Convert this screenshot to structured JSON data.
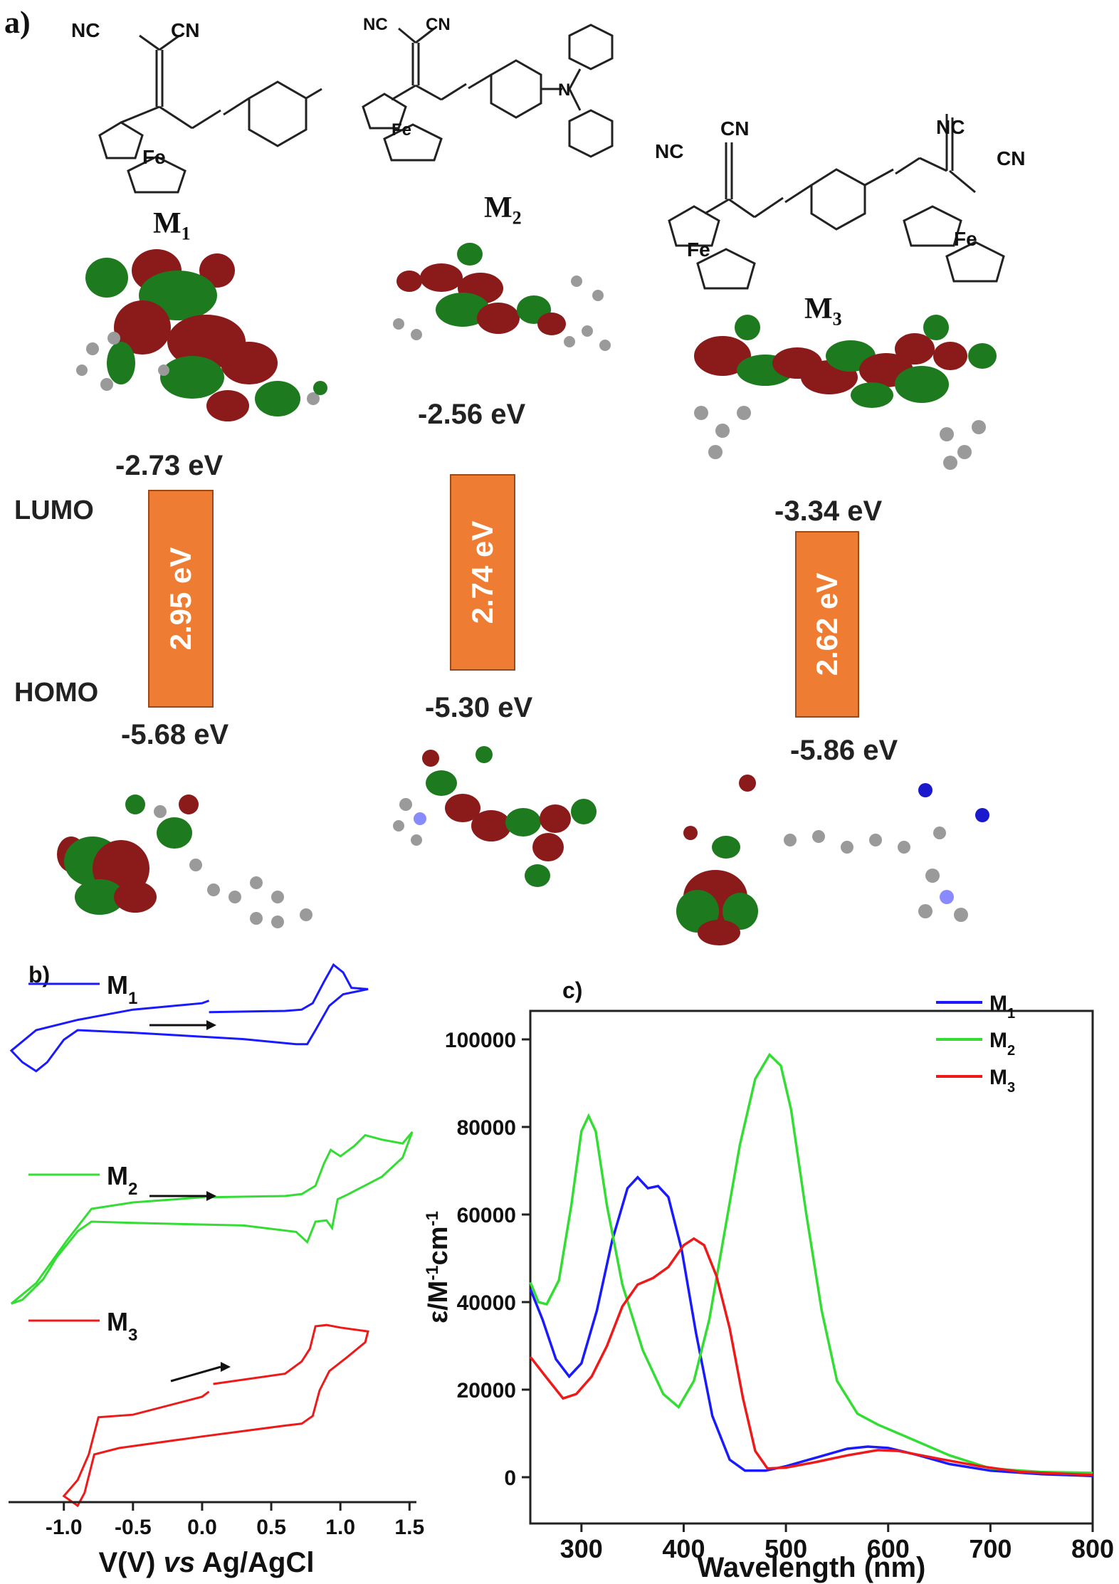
{
  "panel_a": {
    "label": "a)",
    "molecules": [
      {
        "name": "M",
        "sub": "1",
        "lumo": "-2.73 eV",
        "homo": "-5.68 eV",
        "gap": "2.95 eV"
      },
      {
        "name": "M",
        "sub": "2",
        "lumo": "-2.56 eV",
        "homo": "-5.30 eV",
        "gap": "2.74 eV"
      },
      {
        "name": "M",
        "sub": "3",
        "lumo": "-3.34 eV",
        "homo": "-5.86 eV",
        "gap": "2.62 eV"
      }
    ],
    "lumo_label": "LUMO",
    "homo_label": "HOMO",
    "atoms": {
      "nc": "NC",
      "cn": "CN",
      "fe": "Fe",
      "n": "N"
    },
    "colors": {
      "gap_box": "#ee7d33",
      "orbital_pos": "#8b1a1a",
      "orbital_neg": "#1e7a1e",
      "atom": "#9a9a9a"
    }
  },
  "chart_data": [
    {
      "type": "line",
      "panel": "b)",
      "xlabel_parts": [
        "V(V) ",
        "vs",
        " Ag/AgCl"
      ],
      "ylabel": "",
      "xlim": [
        -1.4,
        1.55
      ],
      "x_ticks": [
        "-1.0",
        "-0.5",
        "0.0",
        "0.5",
        "1.0",
        "1.5"
      ],
      "tick_values": [
        -1.0,
        -0.5,
        0.0,
        0.5,
        1.0,
        1.5
      ],
      "grid": false,
      "legend_placement": "inline-left",
      "series": [
        {
          "name": "M",
          "sub": "1",
          "color": "#1a1aff",
          "points": [
            [
              0.05,
              -0.02
            ],
            [
              0.6,
              0.0
            ],
            [
              0.72,
              0.02
            ],
            [
              0.8,
              0.12
            ],
            [
              0.88,
              0.45
            ],
            [
              0.95,
              0.72
            ],
            [
              1.02,
              0.6
            ],
            [
              1.08,
              0.36
            ],
            [
              1.2,
              0.34
            ],
            [
              1.02,
              0.26
            ],
            [
              0.92,
              0.08
            ],
            [
              0.82,
              -0.3
            ],
            [
              0.76,
              -0.52
            ],
            [
              0.68,
              -0.52
            ],
            [
              0.3,
              -0.44
            ],
            [
              -0.5,
              -0.34
            ],
            [
              -0.9,
              -0.3
            ],
            [
              -1.0,
              -0.45
            ],
            [
              -1.12,
              -0.8
            ],
            [
              -1.2,
              -0.94
            ],
            [
              -1.3,
              -0.8
            ],
            [
              -1.38,
              -0.62
            ],
            [
              -1.2,
              -0.3
            ],
            [
              -0.9,
              -0.14
            ],
            [
              -0.5,
              0.02
            ],
            [
              0.0,
              0.12
            ],
            [
              0.05,
              0.16
            ]
          ]
        },
        {
          "name": "M",
          "sub": "2",
          "color": "#33dd33",
          "points": [
            [
              0.05,
              -0.02
            ],
            [
              0.6,
              0.0
            ],
            [
              0.72,
              0.03
            ],
            [
              0.82,
              0.16
            ],
            [
              0.88,
              0.5
            ],
            [
              0.93,
              0.72
            ],
            [
              1.0,
              0.62
            ],
            [
              1.1,
              0.78
            ],
            [
              1.18,
              0.95
            ],
            [
              1.3,
              0.88
            ],
            [
              1.45,
              0.82
            ],
            [
              1.52,
              1.0
            ],
            [
              1.45,
              0.6
            ],
            [
              1.3,
              0.3
            ],
            [
              1.05,
              0.02
            ],
            [
              0.98,
              -0.05
            ],
            [
              0.94,
              -0.5
            ],
            [
              0.9,
              -0.38
            ],
            [
              0.82,
              -0.4
            ],
            [
              0.76,
              -0.72
            ],
            [
              0.68,
              -0.56
            ],
            [
              0.3,
              -0.46
            ],
            [
              -0.5,
              -0.42
            ],
            [
              -0.8,
              -0.4
            ],
            [
              -0.9,
              -0.55
            ],
            [
              -1.05,
              -0.95
            ],
            [
              -1.15,
              -1.3
            ],
            [
              -1.3,
              -1.62
            ],
            [
              -1.38,
              -1.68
            ],
            [
              -1.2,
              -1.36
            ],
            [
              -0.98,
              -0.7
            ],
            [
              -0.8,
              -0.2
            ],
            [
              -0.5,
              -0.1
            ],
            [
              0.0,
              -0.02
            ],
            [
              0.05,
              0.0
            ]
          ]
        },
        {
          "name": "M",
          "sub": "3",
          "color": "#ee1a1a",
          "points": [
            [
              0.08,
              -0.1
            ],
            [
              0.6,
              0.06
            ],
            [
              0.72,
              0.25
            ],
            [
              0.78,
              0.45
            ],
            [
              0.82,
              0.8
            ],
            [
              0.9,
              0.82
            ],
            [
              1.0,
              0.78
            ],
            [
              1.2,
              0.72
            ],
            [
              1.18,
              0.55
            ],
            [
              1.05,
              0.32
            ],
            [
              0.92,
              0.1
            ],
            [
              0.85,
              -0.2
            ],
            [
              0.8,
              -0.6
            ],
            [
              0.72,
              -0.72
            ],
            [
              0.6,
              -0.75
            ],
            [
              0.0,
              -0.92
            ],
            [
              -0.6,
              -1.1
            ],
            [
              -0.78,
              -1.2
            ],
            [
              -0.85,
              -1.8
            ],
            [
              -0.9,
              -2.0
            ],
            [
              -1.0,
              -1.85
            ],
            [
              -0.9,
              -1.6
            ],
            [
              -0.82,
              -1.2
            ],
            [
              -0.75,
              -0.62
            ],
            [
              -0.5,
              -0.58
            ],
            [
              0.0,
              -0.3
            ],
            [
              0.05,
              -0.22
            ]
          ]
        }
      ]
    },
    {
      "type": "line",
      "panel": "c)",
      "title": "",
      "xlabel": "Wavelength (nm)",
      "ylabel_parts": {
        "main": "ε/M",
        "sup1": "-1",
        "mid": "cm",
        "sup2": "-1"
      },
      "xlim": [
        250,
        800
      ],
      "ylim": [
        0,
        100000
      ],
      "x_ticks": [
        "300",
        "400",
        "500",
        "600",
        "700",
        "800"
      ],
      "x_tick_values": [
        300,
        400,
        500,
        600,
        700,
        800
      ],
      "y_ticks": [
        "0",
        "20000",
        "40000",
        "60000",
        "80000",
        "100000"
      ],
      "y_tick_values": [
        0,
        20000,
        40000,
        60000,
        80000,
        100000
      ],
      "grid": false,
      "legend_placement": "top-right",
      "series": [
        {
          "name": "M",
          "sub": "1",
          "color": "#1a1aff",
          "points": [
            [
              250,
              43000
            ],
            [
              262,
              36000
            ],
            [
              275,
              27000
            ],
            [
              288,
              23000
            ],
            [
              300,
              26000
            ],
            [
              315,
              38000
            ],
            [
              330,
              54000
            ],
            [
              345,
              66000
            ],
            [
              355,
              68500
            ],
            [
              365,
              66000
            ],
            [
              375,
              66500
            ],
            [
              385,
              64000
            ],
            [
              398,
              52000
            ],
            [
              412,
              33000
            ],
            [
              428,
              14000
            ],
            [
              445,
              4000
            ],
            [
              460,
              1500
            ],
            [
              480,
              1500
            ],
            [
              500,
              2500
            ],
            [
              530,
              4500
            ],
            [
              560,
              6500
            ],
            [
              580,
              7000
            ],
            [
              600,
              6700
            ],
            [
              630,
              5000
            ],
            [
              660,
              3000
            ],
            [
              700,
              1500
            ],
            [
              750,
              700
            ],
            [
              800,
              300
            ]
          ]
        },
        {
          "name": "M",
          "sub": "2",
          "color": "#33dd33",
          "points": [
            [
              250,
              44500
            ],
            [
              258,
              40000
            ],
            [
              266,
              39500
            ],
            [
              278,
              45000
            ],
            [
              290,
              62000
            ],
            [
              300,
              79000
            ],
            [
              307,
              82500
            ],
            [
              314,
              79000
            ],
            [
              325,
              62000
            ],
            [
              340,
              44000
            ],
            [
              360,
              29000
            ],
            [
              380,
              19000
            ],
            [
              395,
              16000
            ],
            [
              410,
              22000
            ],
            [
              425,
              36000
            ],
            [
              440,
              56000
            ],
            [
              455,
              76000
            ],
            [
              470,
              91000
            ],
            [
              484,
              96500
            ],
            [
              495,
              94000
            ],
            [
              505,
              84000
            ],
            [
              520,
              60000
            ],
            [
              535,
              38000
            ],
            [
              550,
              22000
            ],
            [
              570,
              14500
            ],
            [
              590,
              12000
            ],
            [
              620,
              9000
            ],
            [
              660,
              5000
            ],
            [
              700,
              2000
            ],
            [
              750,
              1200
            ],
            [
              800,
              1000
            ]
          ]
        },
        {
          "name": "M",
          "sub": "3",
          "color": "#ee1a1a",
          "points": [
            [
              250,
              27500
            ],
            [
              265,
              23000
            ],
            [
              282,
              18000
            ],
            [
              295,
              19000
            ],
            [
              310,
              23000
            ],
            [
              325,
              30000
            ],
            [
              340,
              39000
            ],
            [
              355,
              44000
            ],
            [
              370,
              45500
            ],
            [
              385,
              48000
            ],
            [
              400,
              53000
            ],
            [
              410,
              54500
            ],
            [
              420,
              53000
            ],
            [
              432,
              46000
            ],
            [
              445,
              34000
            ],
            [
              458,
              18000
            ],
            [
              470,
              6000
            ],
            [
              482,
              2000
            ],
            [
              500,
              2200
            ],
            [
              530,
              3500
            ],
            [
              560,
              5000
            ],
            [
              590,
              6200
            ],
            [
              610,
              6000
            ],
            [
              650,
              4200
            ],
            [
              690,
              2500
            ],
            [
              730,
              1200
            ],
            [
              800,
              500
            ]
          ]
        }
      ]
    }
  ]
}
